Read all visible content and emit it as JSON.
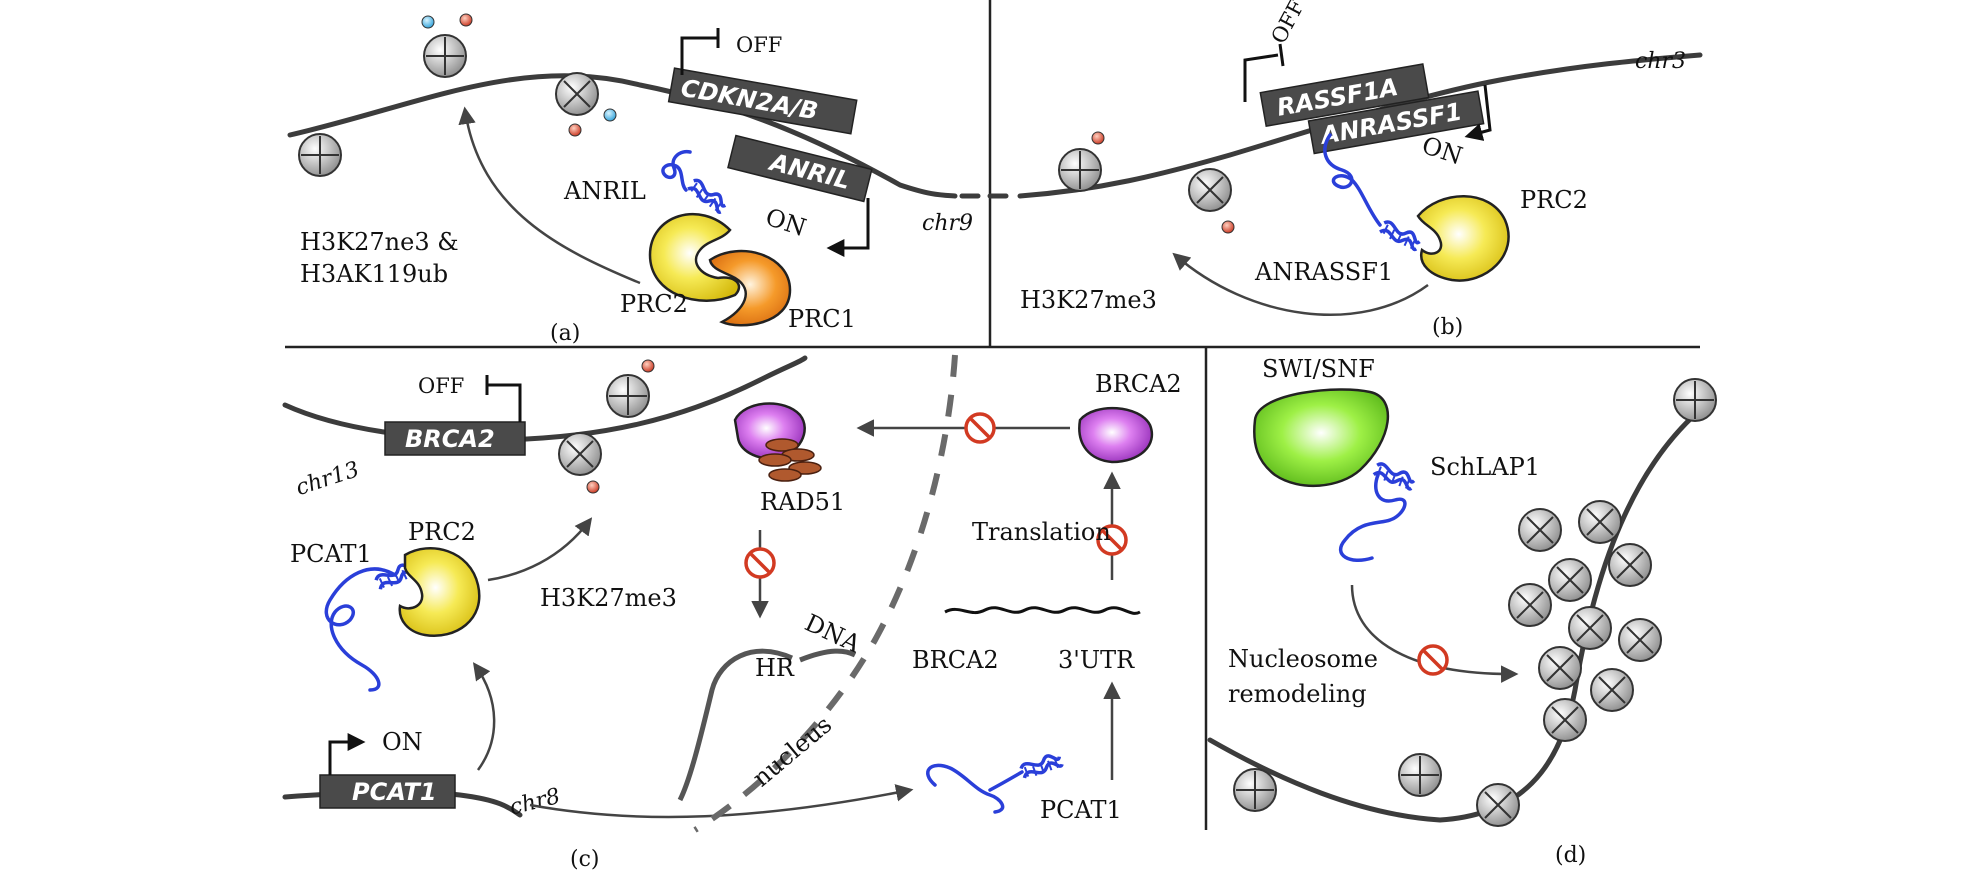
{
  "colors": {
    "dna": "#3c3c3c",
    "gene_box": "#4a4a4a",
    "rna": "#2a3fd9",
    "prc2": "#f2e033",
    "prc1": "#f28c1e",
    "brca2_protein": "#c84fe0",
    "swi_snf": "#7fe02a",
    "inhibit": "#d23a22",
    "arrow": "#444444"
  },
  "panel_a": {
    "gene_off": "CDKN2A/B",
    "gene_on": "ANRIL",
    "off": "OFF",
    "on": "ON",
    "lncrna": "ANRIL",
    "chrom": "chr9",
    "mark_line1": "H3K27ne3 &",
    "mark_line2": "H3AK119ub",
    "complex1": "PRC2",
    "complex2": "PRC1",
    "label": "(a)"
  },
  "panel_b": {
    "gene_off": "RASSF1A",
    "gene_on": "ANRASSF1",
    "off": "OFF",
    "on": "ON",
    "chrom": "chr3",
    "complex": "PRC2",
    "lncrna": "ANRASSF1",
    "mark": "H3K27me3",
    "label": "(b)"
  },
  "panel_c": {
    "gene_off": "BRCA2",
    "off": "OFF",
    "chrom13": "chr13",
    "lncrna": "PCAT1",
    "complex": "PRC2",
    "mark": "H3K27me3",
    "gene_on": "PCAT1",
    "on": "ON",
    "chrom8": "chr8",
    "protein": "BRCA2",
    "rad51": "RAD51",
    "translation": "Translation",
    "dna": "DNA",
    "hr": "HR",
    "nucleus": "nucleus",
    "mrna_gene": "BRCA2",
    "utr": "3'UTR",
    "lncrna2": "PCAT1",
    "label": "(c)"
  },
  "panel_d": {
    "complex": "SWI/SNF",
    "lncrna": "SchLAP1",
    "process_line1": "Nucleosome",
    "process_line2": "remodeling",
    "label": "(d)"
  }
}
